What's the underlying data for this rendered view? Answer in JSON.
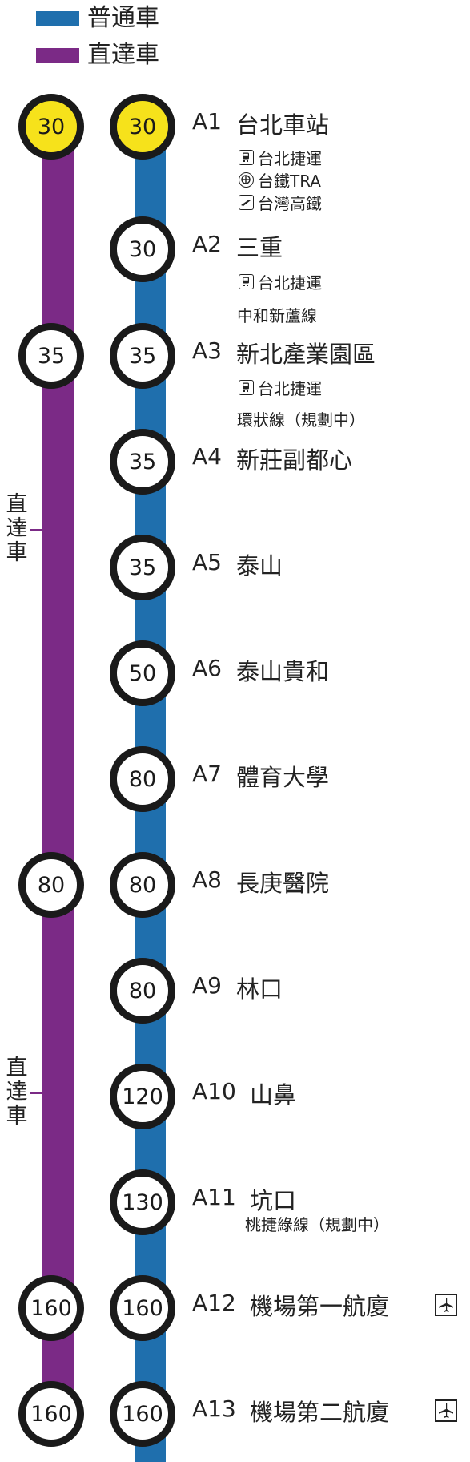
{
  "legend": [
    {
      "label": "普通車",
      "color": "#1f6fad"
    },
    {
      "label": "直達車",
      "color": "#7b2a86"
    }
  ],
  "side_labels": [
    {
      "text": [
        "直",
        "達",
        "車"
      ]
    },
    {
      "text": [
        "直",
        "達",
        "車"
      ]
    }
  ],
  "stations": [
    {
      "code": "A1",
      "name": "台北車站",
      "local_fare": "30",
      "express_fare": "30",
      "transfers": [
        {
          "icon": "metro-icon",
          "label": "台北捷運"
        },
        {
          "icon": "railway-icon",
          "label": "台鐵TRA"
        },
        {
          "icon": "high-speed-rail-icon",
          "label": "台灣高鐵"
        }
      ]
    },
    {
      "code": "A2",
      "name": "三重",
      "local_fare": "30",
      "express_fare": null,
      "transfers": [
        {
          "icon": "metro-icon",
          "label": "台北捷運"
        }
      ],
      "note": "中和新蘆線"
    },
    {
      "code": "A3",
      "name": "新北產業園區",
      "local_fare": "35",
      "express_fare": "35",
      "transfers": [
        {
          "icon": "metro-icon",
          "label": "台北捷運"
        }
      ],
      "note": "環狀線（規劃中）"
    },
    {
      "code": "A4",
      "name": "新莊副都心",
      "local_fare": "35",
      "express_fare": null
    },
    {
      "code": "A5",
      "name": "泰山",
      "local_fare": "35",
      "express_fare": null
    },
    {
      "code": "A6",
      "name": "泰山貴和",
      "local_fare": "50",
      "express_fare": null
    },
    {
      "code": "A7",
      "name": "體育大學",
      "local_fare": "80",
      "express_fare": null
    },
    {
      "code": "A8",
      "name": "長庚醫院",
      "local_fare": "80",
      "express_fare": "80"
    },
    {
      "code": "A9",
      "name": "林口",
      "local_fare": "80",
      "express_fare": null
    },
    {
      "code": "A10",
      "name": "山鼻",
      "local_fare": "120",
      "express_fare": null
    },
    {
      "code": "A11",
      "name": "坑口",
      "local_fare": "130",
      "express_fare": null,
      "note": "桃捷綠線（規劃中）"
    },
    {
      "code": "A12",
      "name": "機場第一航廈",
      "local_fare": "160",
      "express_fare": "160",
      "airport": "airport-icon"
    },
    {
      "code": "A13",
      "name": "機場第二航廈",
      "local_fare": "160",
      "express_fare": "160",
      "airport": "airport-icon"
    }
  ]
}
